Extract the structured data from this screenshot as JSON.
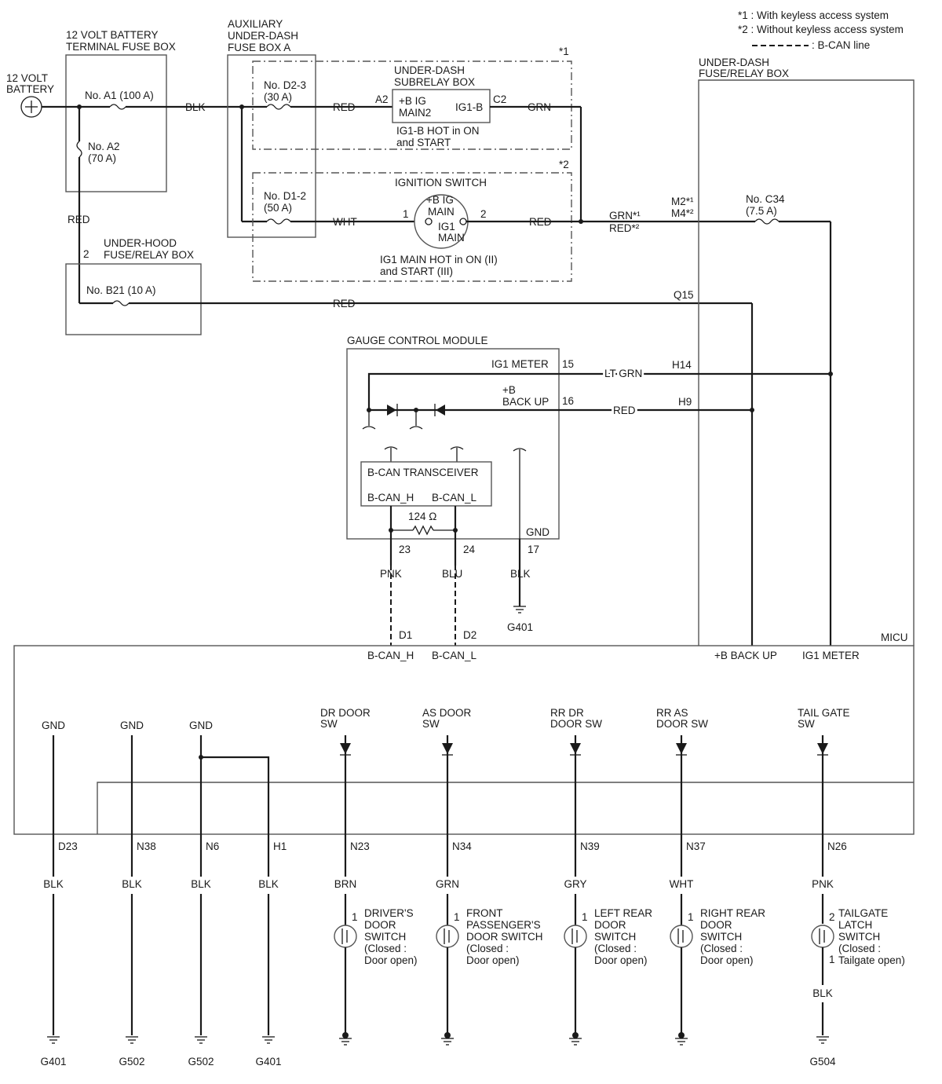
{
  "legend": {
    "note1": "*1 : With keyless access system",
    "note2": "*2 : Without keyless access system",
    "bcan": ": B-CAN line"
  },
  "battery": {
    "line1": "12 VOLT",
    "line2": "BATTERY"
  },
  "terminal_box": {
    "title1": "12 VOLT BATTERY",
    "title2": "TERMINAL FUSE BOX",
    "fuse_a1": "No. A1 (100 A)",
    "fuse_a2_1": "No. A2",
    "fuse_a2_2": "(70 A)"
  },
  "aux_box": {
    "title1": "AUXILIARY",
    "title2": "UNDER-DASH",
    "title3": "FUSE BOX A",
    "fuse_d23_1": "No. D2-3",
    "fuse_d23_2": "(30 A)",
    "fuse_d12_1": "No. D1-2",
    "fuse_d12_2": "(50 A)"
  },
  "subrelay": {
    "title1": "UNDER-DASH",
    "title2": "SUBRELAY BOX",
    "pin_a2": "A2",
    "pin_c2": "C2",
    "in1": "+B IG",
    "in2": "MAIN2",
    "out": "IG1-B",
    "note1": "IG1-B HOT in ON",
    "note2": "and START"
  },
  "ignition": {
    "title": "IGNITION SWITCH",
    "t1": "+B IG",
    "t2": "MAIN",
    "t3": "IG1",
    "t4": "MAIN",
    "pin1": "1",
    "pin2": "2",
    "note1": "IG1 MAIN HOT in ON (II)",
    "note2": "and START (III)"
  },
  "star1": "*1",
  "star2": "*2",
  "wires": {
    "blk": "BLK",
    "red1": "RED",
    "wht": "WHT",
    "red2": "RED",
    "grn": "GRN",
    "grn_star": "GRN*¹",
    "red_star": "RED*²",
    "red_left": "RED",
    "red_b21": "RED",
    "ltgrn": "LT GRN",
    "red_h9": "RED",
    "pnk": "PNK",
    "blu": "BLU",
    "blk17": "BLK"
  },
  "underhood": {
    "title1": "UNDER-HOOD",
    "title2": "FUSE/RELAY BOX",
    "pin2": "2",
    "fuse_b21": "No. B21 (10 A)"
  },
  "underdash": {
    "title1": "UNDER-DASH",
    "title2": "FUSE/RELAY BOX",
    "m2": "M2*¹",
    "m4": "M4*²",
    "fuse_c34_1": "No. C34",
    "fuse_c34_2": "(7.5 A)",
    "q15": "Q15",
    "h14": "H14",
    "h9": "H9"
  },
  "gauge": {
    "title": "GAUGE CONTROL MODULE",
    "ig1meter": "IG1 METER",
    "p15": "15",
    "bb1": "+B",
    "bb2": "BACK UP",
    "p16": "16",
    "xcvr": "B-CAN TRANSCEIVER",
    "canh": "B-CAN_H",
    "canl": "B-CAN_L",
    "res": "124 Ω",
    "gnd": "GND",
    "p23": "23",
    "p24": "24",
    "p17": "17"
  },
  "g401_top": "G401",
  "micu": {
    "title": "MICU",
    "d1": "D1",
    "d2": "D2",
    "canh": "B-CAN_H",
    "canl": "B-CAN_L",
    "backup": "+B BACK UP",
    "ig1meter": "IG1 METER"
  },
  "bottom": [
    {
      "label1": "GND",
      "label2": "",
      "pin": "D23",
      "color": "BLK",
      "ground": "G401"
    },
    {
      "label1": "GND",
      "label2": "",
      "pin": "N38",
      "color": "BLK",
      "ground": "G502"
    },
    {
      "label1": "GND",
      "label2": "",
      "pin": "N6",
      "color": "BLK",
      "ground": "G502"
    },
    {
      "label1": "",
      "label2": "",
      "pin": "H1",
      "color": "BLK",
      "ground": "G401"
    },
    {
      "label1": "DR DOOR",
      "label2": "SW",
      "pin": "N23",
      "color": "BRN",
      "ground": ""
    },
    {
      "label1": "AS DOOR",
      "label2": "SW",
      "pin": "N34",
      "color": "GRN",
      "ground": ""
    },
    {
      "label1": "RR DR",
      "label2": "DOOR SW",
      "pin": "N39",
      "color": "GRY",
      "ground": ""
    },
    {
      "label1": "RR AS",
      "label2": "DOOR SW",
      "pin": "N37",
      "color": "WHT",
      "ground": ""
    },
    {
      "label1": "TAIL GATE",
      "label2": "SW",
      "pin": "N26",
      "color": "PNK",
      "ground": "G504"
    }
  ],
  "switches": [
    {
      "pin": "1",
      "lines": [
        "DRIVER'S",
        "DOOR",
        "SWITCH",
        "(Closed :",
        "Door open)"
      ]
    },
    {
      "pin": "1",
      "lines": [
        "FRONT",
        "PASSENGER'S",
        "DOOR SWITCH",
        "(Closed :",
        "Door open)"
      ]
    },
    {
      "pin": "1",
      "lines": [
        "LEFT REAR",
        "DOOR",
        "SWITCH",
        "(Closed :",
        "Door open)"
      ]
    },
    {
      "pin": "1",
      "lines": [
        "RIGHT REAR",
        "DOOR",
        "SWITCH",
        "(Closed :",
        "Door open)"
      ]
    },
    {
      "pin": "2",
      "pin2": "1",
      "lines": [
        "TAILGATE",
        "LATCH",
        "SWITCH",
        "(Closed :",
        "Tailgate open)"
      ],
      "color_below": "BLK"
    }
  ]
}
